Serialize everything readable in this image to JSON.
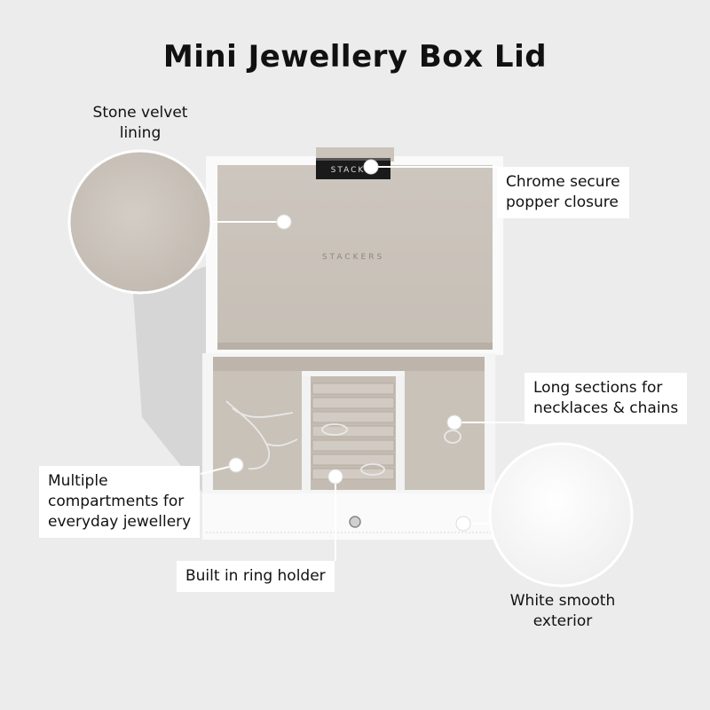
{
  "title": "Mini Jewellery Box Lid",
  "brand": {
    "clasp_text": "STACK",
    "lid_text": "STACKERS"
  },
  "callouts": {
    "stone_velvet": [
      "Stone velvet",
      "lining"
    ],
    "chrome_closure": [
      "Chrome secure",
      "popper closure"
    ],
    "long_sections": [
      "Long sections for",
      "necklaces & chains"
    ],
    "multiple_compartments": [
      "Multiple",
      "compartments for",
      "everyday jewellery"
    ],
    "ring_holder": "Built in ring holder",
    "white_exterior": [
      "White smooth",
      "exterior"
    ]
  },
  "colors": {
    "background": "#ececec",
    "velvet": "#cbc4bc",
    "velvet_dark": "#b9b1a8",
    "exterior": "#f8f8f8"
  }
}
